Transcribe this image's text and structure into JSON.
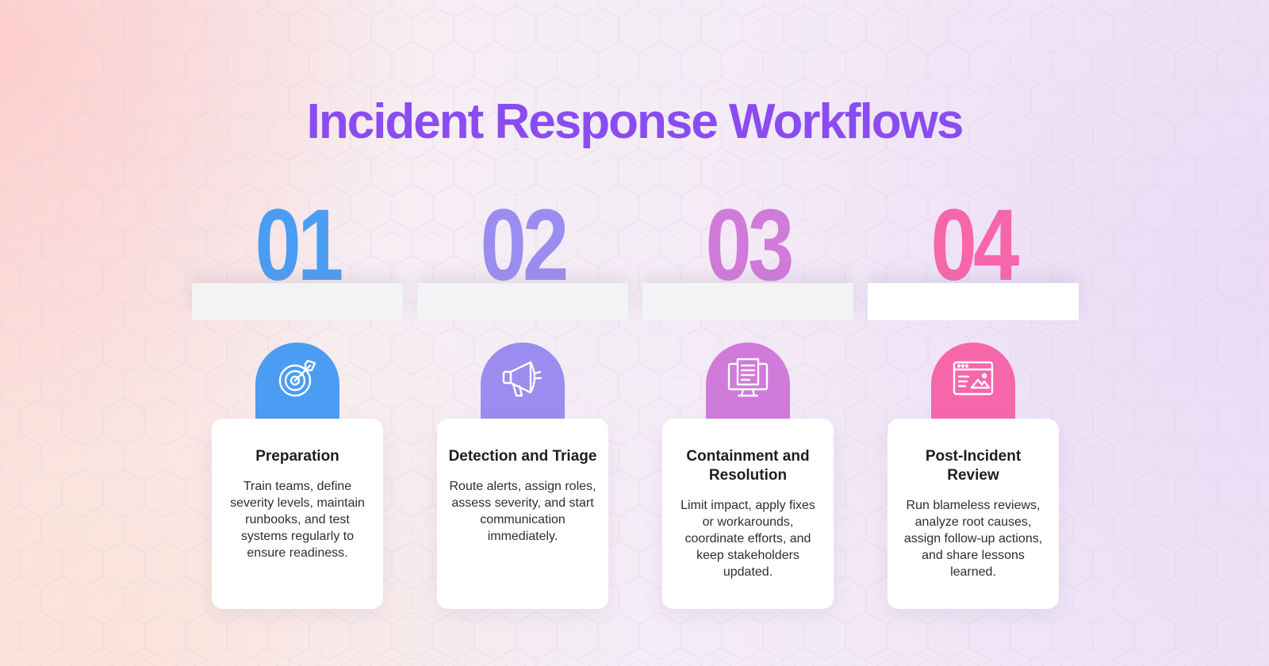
{
  "title": "Incident Response Workflows",
  "steps": [
    {
      "number": "01",
      "title": "Preparation",
      "description": "Train teams, define severity levels, maintain runbooks, and test systems regularly to ensure readiness.",
      "icon": "target-icon",
      "color": "#4a9df3"
    },
    {
      "number": "02",
      "title": "Detection and Triage",
      "description": "Route alerts, assign roles, assess severity, and start communication immediately.",
      "icon": "megaphone-icon",
      "color": "#9b8df0"
    },
    {
      "number": "03",
      "title": "Containment and Resolution",
      "description": "Limit impact, apply fixes or workarounds, coordinate efforts, and keep stakeholders updated.",
      "icon": "monitor-document-icon",
      "color": "#d07ad9"
    },
    {
      "number": "04",
      "title": "Post-Incident Review",
      "description": "Run blameless reviews, analyze root causes, assign follow-up actions, and share lessons learned.",
      "icon": "browser-window-icon",
      "color": "#f766aa"
    }
  ]
}
